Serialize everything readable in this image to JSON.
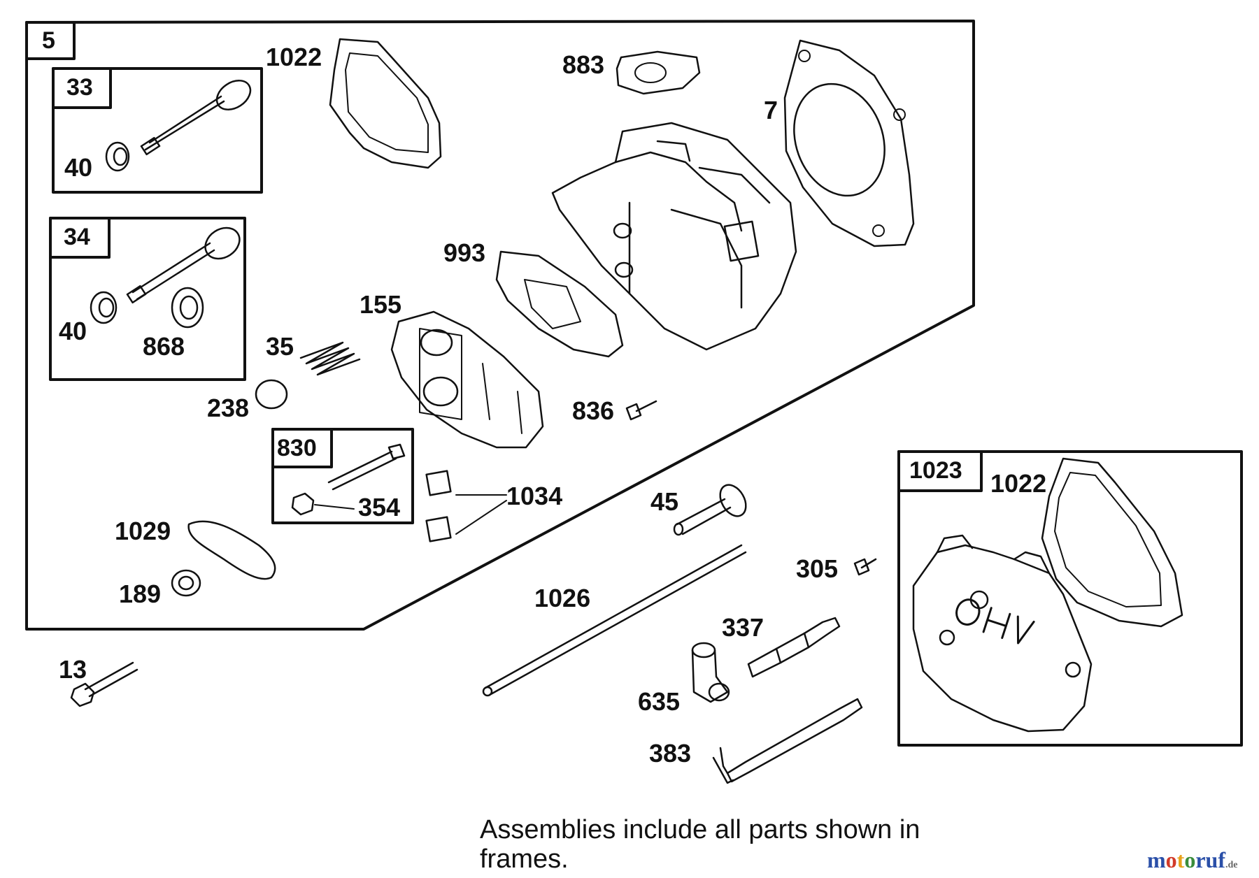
{
  "frames": {
    "main": "5",
    "valve_exhaust": "33",
    "valve_intake": "34",
    "stud_kit": "830",
    "cover_kit": "1023"
  },
  "callouts": {
    "c1022_top": "1022",
    "c883": "883",
    "c7": "7",
    "c40_a": "40",
    "c40_b": "40",
    "c868": "868",
    "c993": "993",
    "c155": "155",
    "c35": "35",
    "c238": "238",
    "c836": "836",
    "c354": "354",
    "c1034": "1034",
    "c1029": "1029",
    "c189": "189",
    "c45": "45",
    "c1026": "1026",
    "c305": "305",
    "c337": "337",
    "c635": "635",
    "c383": "383",
    "c13": "13",
    "c1022_cover": "1022"
  },
  "note": "Assemblies include all parts shown in frames.",
  "watermark": {
    "a": "m",
    "b": "o",
    "c": "t",
    "d": "o",
    "e": "ruf",
    "tld": ".de"
  }
}
